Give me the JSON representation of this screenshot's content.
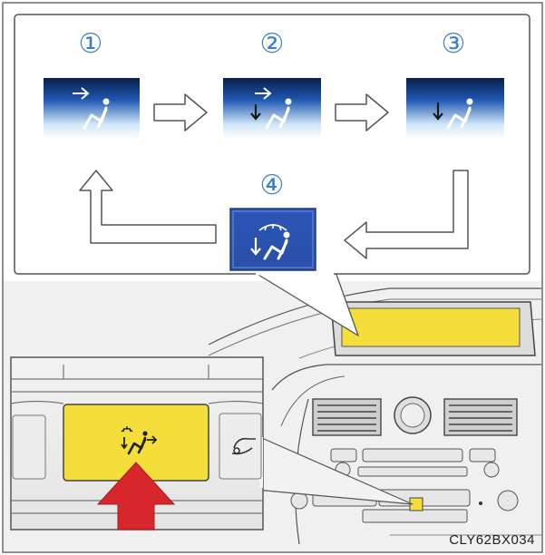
{
  "diagram": {
    "steps": [
      {
        "number": "①",
        "icon": "face-vent-icon"
      },
      {
        "number": "②",
        "icon": "bi-level-vent-icon"
      },
      {
        "number": "③",
        "icon": "foot-vent-icon"
      },
      {
        "number": "④",
        "icon": "foot-defrost-vent-icon"
      }
    ],
    "button_icon": "airflow-mode-icon",
    "figure_code": "CLY62BX034",
    "colors": {
      "step_number": "#3a7fc6",
      "display_highlight": "#f4de3c",
      "press_arrow": "#d8262d",
      "icon_tile_top": "#0b1e4a",
      "icon_tile_bottom": "#ffffff",
      "selected_tile": "#2b55b7"
    }
  }
}
